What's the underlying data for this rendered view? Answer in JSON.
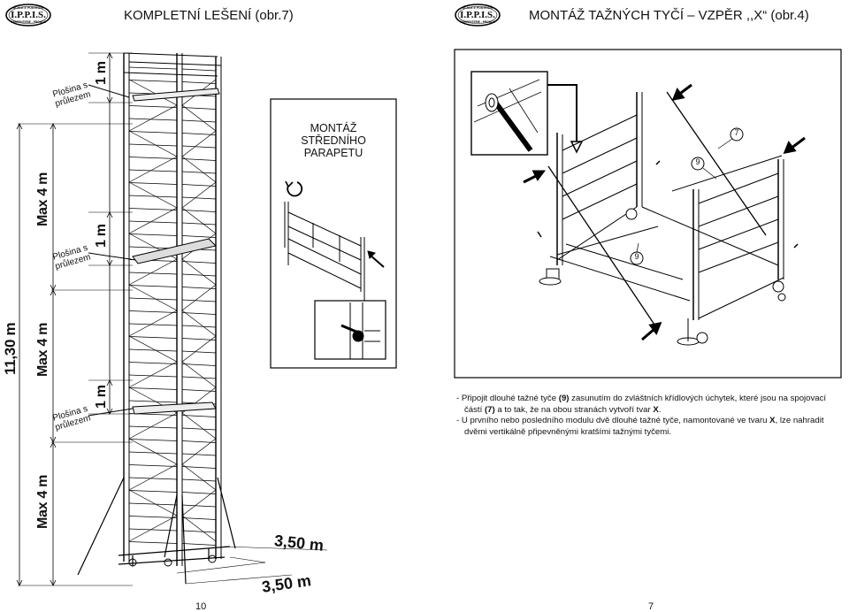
{
  "left_page": {
    "logo": {
      "top_text": "SCALE E PONTEGGI",
      "main_text": "I.P.P.I.S.",
      "bottom_text": "CARPENTERIE - PROMOS"
    },
    "title": "KOMPLETNÍ LEŠENÍ (obr.7)",
    "labels": {
      "platform": "Plošina s\nprůlezem",
      "one_m": "1 m",
      "max_4m": "Max 4 m",
      "total_height": "11,30 m",
      "base_width": "3,50 m",
      "base_depth": "3,50 m"
    },
    "page_number": "10"
  },
  "inset": {
    "title": "MONTÁŽ\nSTŘEDNÍHO\nPARAPETU"
  },
  "right_page": {
    "logo": {
      "top_text": "SCALE E PONTEGGI",
      "main_text": "I.P.P.I.S.",
      "bottom_text": "CARPENTERIE - PROMOS"
    },
    "title": "MONTÁŽ TAŽNÝCH TYČÍ – VZPĚR ,,X“ (obr.4)",
    "callouts": {
      "nine_a": "9",
      "nine_b": "9",
      "seven": "7"
    },
    "instructions": [
      {
        "dash": "-",
        "before": "Připojit dlouhé tažné tyče ",
        "bold": "(9)",
        "after": " zasunutím do zvláštních křídlových úchytek, které jsou na spojovací částí ",
        "bold2": "(7)",
        "after2": " a to tak, že na obou stranách vytvoří tvar ",
        "bold3": "X",
        "after3": "."
      },
      {
        "dash": "-",
        "before": "U prvního nebo posledního modulu dvě dlouhé tažné tyče, namontované ve tvaru ",
        "bold": "X",
        "after": ", lze nahradit dvěmi vertikálně připevněnými kratšími tažnými tyčemi.",
        "bold2": "",
        "after2": "",
        "bold3": "",
        "after3": ""
      }
    ],
    "page_number": "7"
  }
}
